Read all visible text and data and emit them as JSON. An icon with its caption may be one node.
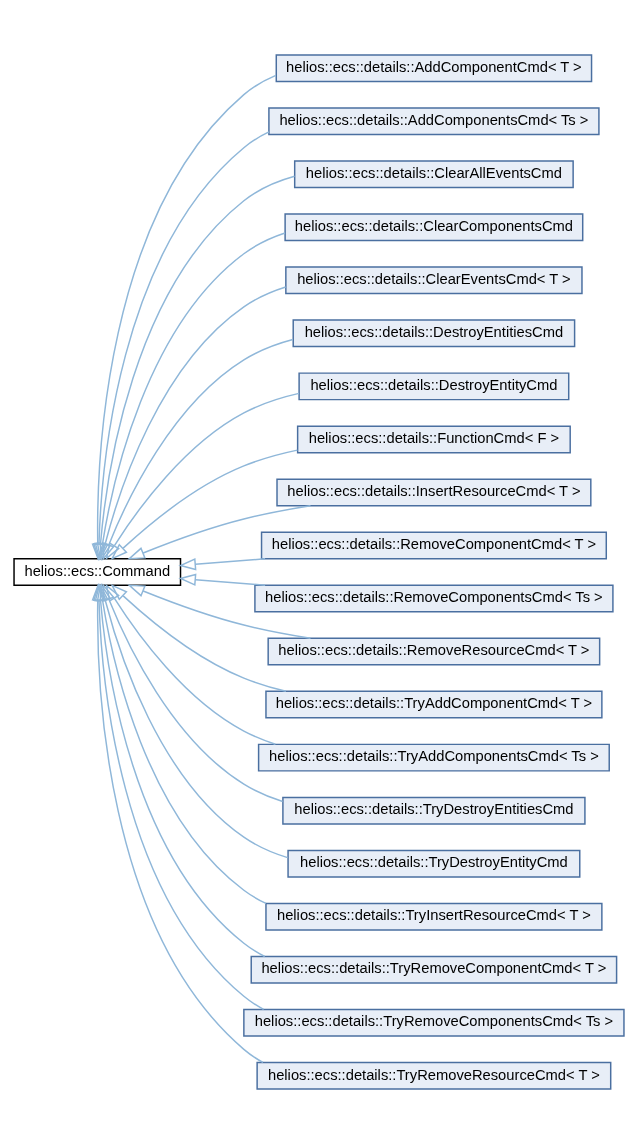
{
  "diagram": {
    "nodes": [
      {
        "text": [
          "helios::ecs::Command"
        ]
      },
      {
        "text": [
          "helios::ecs::details::AddComponentCmd< T >"
        ]
      },
      {
        "text": [
          "helios::ecs::details::AddComponentsCmd< Ts >"
        ]
      },
      {
        "text": [
          "helios::ecs::details::ClearAllEventsCmd"
        ]
      },
      {
        "text": [
          "helios::ecs::details::ClearComponentsCmd"
        ]
      },
      {
        "text": [
          "helios::ecs::details::ClearEventsCmd< T >"
        ]
      },
      {
        "text": [
          "helios::ecs::details::DestroyEntitiesCmd"
        ]
      },
      {
        "text": [
          "helios::ecs::details::DestroyEntityCmd"
        ]
      },
      {
        "text": [
          "helios::ecs::details::FunctionCmd< F >"
        ]
      },
      {
        "text": [
          "helios::ecs::details::InsertResourceCmd< T >"
        ]
      },
      {
        "text": [
          "helios::ecs::details::RemoveComponentCmd< T >"
        ]
      },
      {
        "text": [
          "helios::ecs::details::RemoveComponentsCmd< Ts >"
        ]
      },
      {
        "text": [
          "helios::ecs::details::RemoveResourceCmd< T >"
        ]
      },
      {
        "text": [
          "helios::ecs::details::TryAddComponentCmd< T >"
        ]
      },
      {
        "text": [
          "helios::ecs::details::TryAddComponentsCmd< Ts >"
        ]
      },
      {
        "text": [
          "helios::ecs::details::TryDestroyEntitiesCmd"
        ]
      },
      {
        "text": [
          "helios::ecs::details::TryDestroyEntityCmd"
        ]
      },
      {
        "text": [
          "helios::ecs::details::TryInsertResourceCmd< T >"
        ]
      },
      {
        "text": [
          "helios::ecs::details::TryRemoveComponentCmd< T >"
        ]
      },
      {
        "text": [
          "helios::ecs::details::TryRemoveComponentsCmd< Ts >"
        ]
      },
      {
        "text": [
          "helios::ecs::details::TryRemoveResourceCmd< T >"
        ]
      }
    ],
    "edges": [
      {
        "from": 1,
        "to": 0,
        "arrow": "to"
      },
      {
        "from": 2,
        "to": 0,
        "arrow": "to"
      },
      {
        "from": 3,
        "to": 0,
        "arrow": "to"
      },
      {
        "from": 4,
        "to": 0,
        "arrow": "to"
      },
      {
        "from": 5,
        "to": 0,
        "arrow": "to"
      },
      {
        "from": 6,
        "to": 0,
        "arrow": "to"
      },
      {
        "from": 7,
        "to": 0,
        "arrow": "to"
      },
      {
        "from": 8,
        "to": 0,
        "arrow": "to"
      },
      {
        "from": 9,
        "to": 0,
        "arrow": "to"
      },
      {
        "from": 10,
        "to": 0,
        "arrow": "to"
      },
      {
        "from": 11,
        "to": 0,
        "arrow": "to"
      },
      {
        "from": 12,
        "to": 0,
        "arrow": "to"
      },
      {
        "from": 13,
        "to": 0,
        "arrow": "to"
      },
      {
        "from": 14,
        "to": 0,
        "arrow": "to"
      },
      {
        "from": 15,
        "to": 0,
        "arrow": "to"
      },
      {
        "from": 16,
        "to": 0,
        "arrow": "to"
      },
      {
        "from": 17,
        "to": 0,
        "arrow": "to"
      },
      {
        "from": 18,
        "to": 0,
        "arrow": "to"
      },
      {
        "from": 19,
        "to": 0,
        "arrow": "to"
      },
      {
        "from": 20,
        "to": 0,
        "arrow": "to"
      }
    ]
  }
}
